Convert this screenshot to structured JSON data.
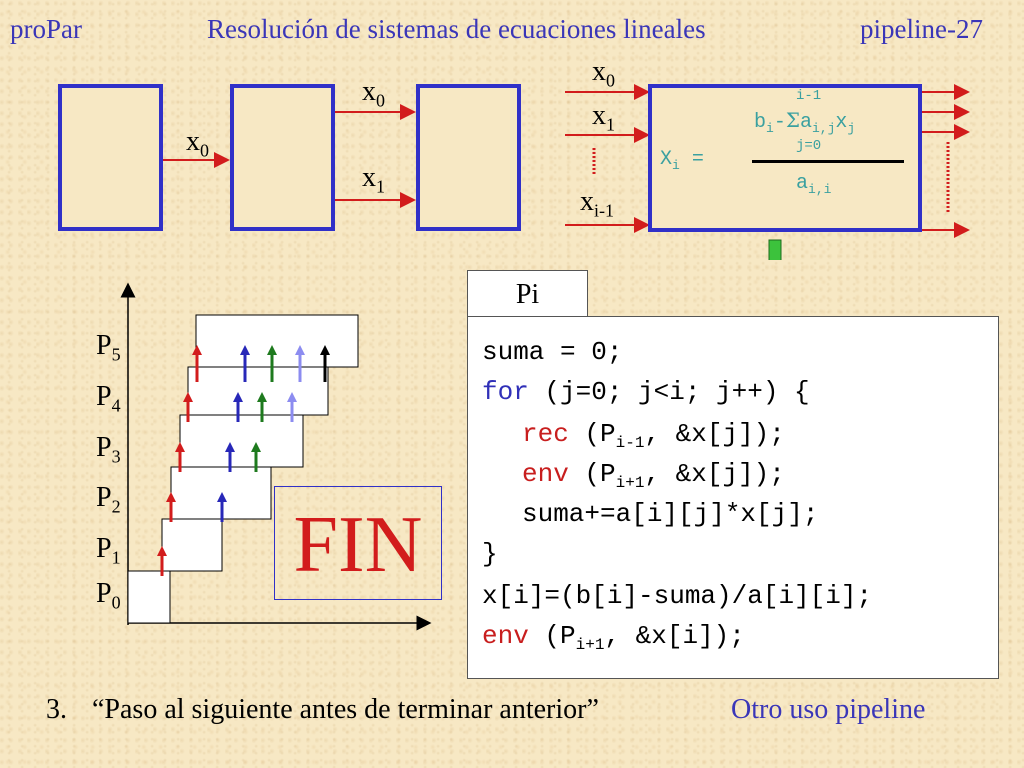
{
  "header": {
    "left": "proPar",
    "title": "Resolución de sistemas de ecuaciones lineales",
    "right": "pipeline-27"
  },
  "top_diagram": {
    "x0_a": "x",
    "x0_a_sub": "0",
    "x0_b": "x",
    "x0_b_sub": "0",
    "x1": "x",
    "x1_sub": "1"
  },
  "process_box": {
    "in_x0": "x",
    "in_x0_sub": "0",
    "in_x1": "x",
    "in_x1_sub": "1",
    "in_xi1": "x",
    "in_xi1_sub": "i-1",
    "formula_lhs": "X",
    "formula_lhs_sub": "i",
    "formula_eq": "=",
    "sum_upper": "i-1",
    "sum_lower": "j=0",
    "num_b": "b",
    "num_b_sub": "i",
    "num_minus": "-",
    "num_sigma": "Σ",
    "num_a": "a",
    "num_a_sub": "i,j",
    "num_x": "x",
    "num_x_sub": "j",
    "den_a": "a",
    "den_a_sub": "i,i"
  },
  "timeline": {
    "labels": [
      {
        "base": "P",
        "sub": "5"
      },
      {
        "base": "P",
        "sub": "4"
      },
      {
        "base": "P",
        "sub": "3"
      },
      {
        "base": "P",
        "sub": "2"
      },
      {
        "base": "P",
        "sub": "1"
      },
      {
        "base": "P",
        "sub": "0"
      }
    ]
  },
  "fin": "FIN",
  "code": {
    "tab_label": "Pi",
    "line1": "suma = 0;",
    "line2_kw": "for",
    "line2_rest": " (j=0; j<i; j++) {",
    "line3_kw": "rec",
    "line3_a": " (P",
    "line3_sub": "i-1",
    "line3_b": ", &x[j]);",
    "line4_kw": "env",
    "line4_a": " (P",
    "line4_sub": "i+1",
    "line4_b": ", &x[j]);",
    "line5": "suma+=a[i][j]*x[j];",
    "line6": "}",
    "line7": "x[i]=(b[i]-suma)/a[i][i];",
    "line8_kw": "env",
    "line8_a": " (P",
    "line8_sub": "i+1",
    "line8_b": ", &x[i]);"
  },
  "footer": {
    "number": "3.",
    "quote": "“Paso al siguiente antes de terminar anterior”",
    "note": "Otro uso pipeline"
  },
  "colors": {
    "title": "#3a36b8",
    "box_border": "#3030c8",
    "arrow_red": "#d21c1c",
    "arrow_blue": "#2828b8",
    "arrow_green": "#1e7a1e",
    "arrow_lightblue": "#8c8cf0",
    "arrow_black": "#000000",
    "down_arrow_fill": "#3cc23c",
    "formula": "#3aa0a0"
  }
}
